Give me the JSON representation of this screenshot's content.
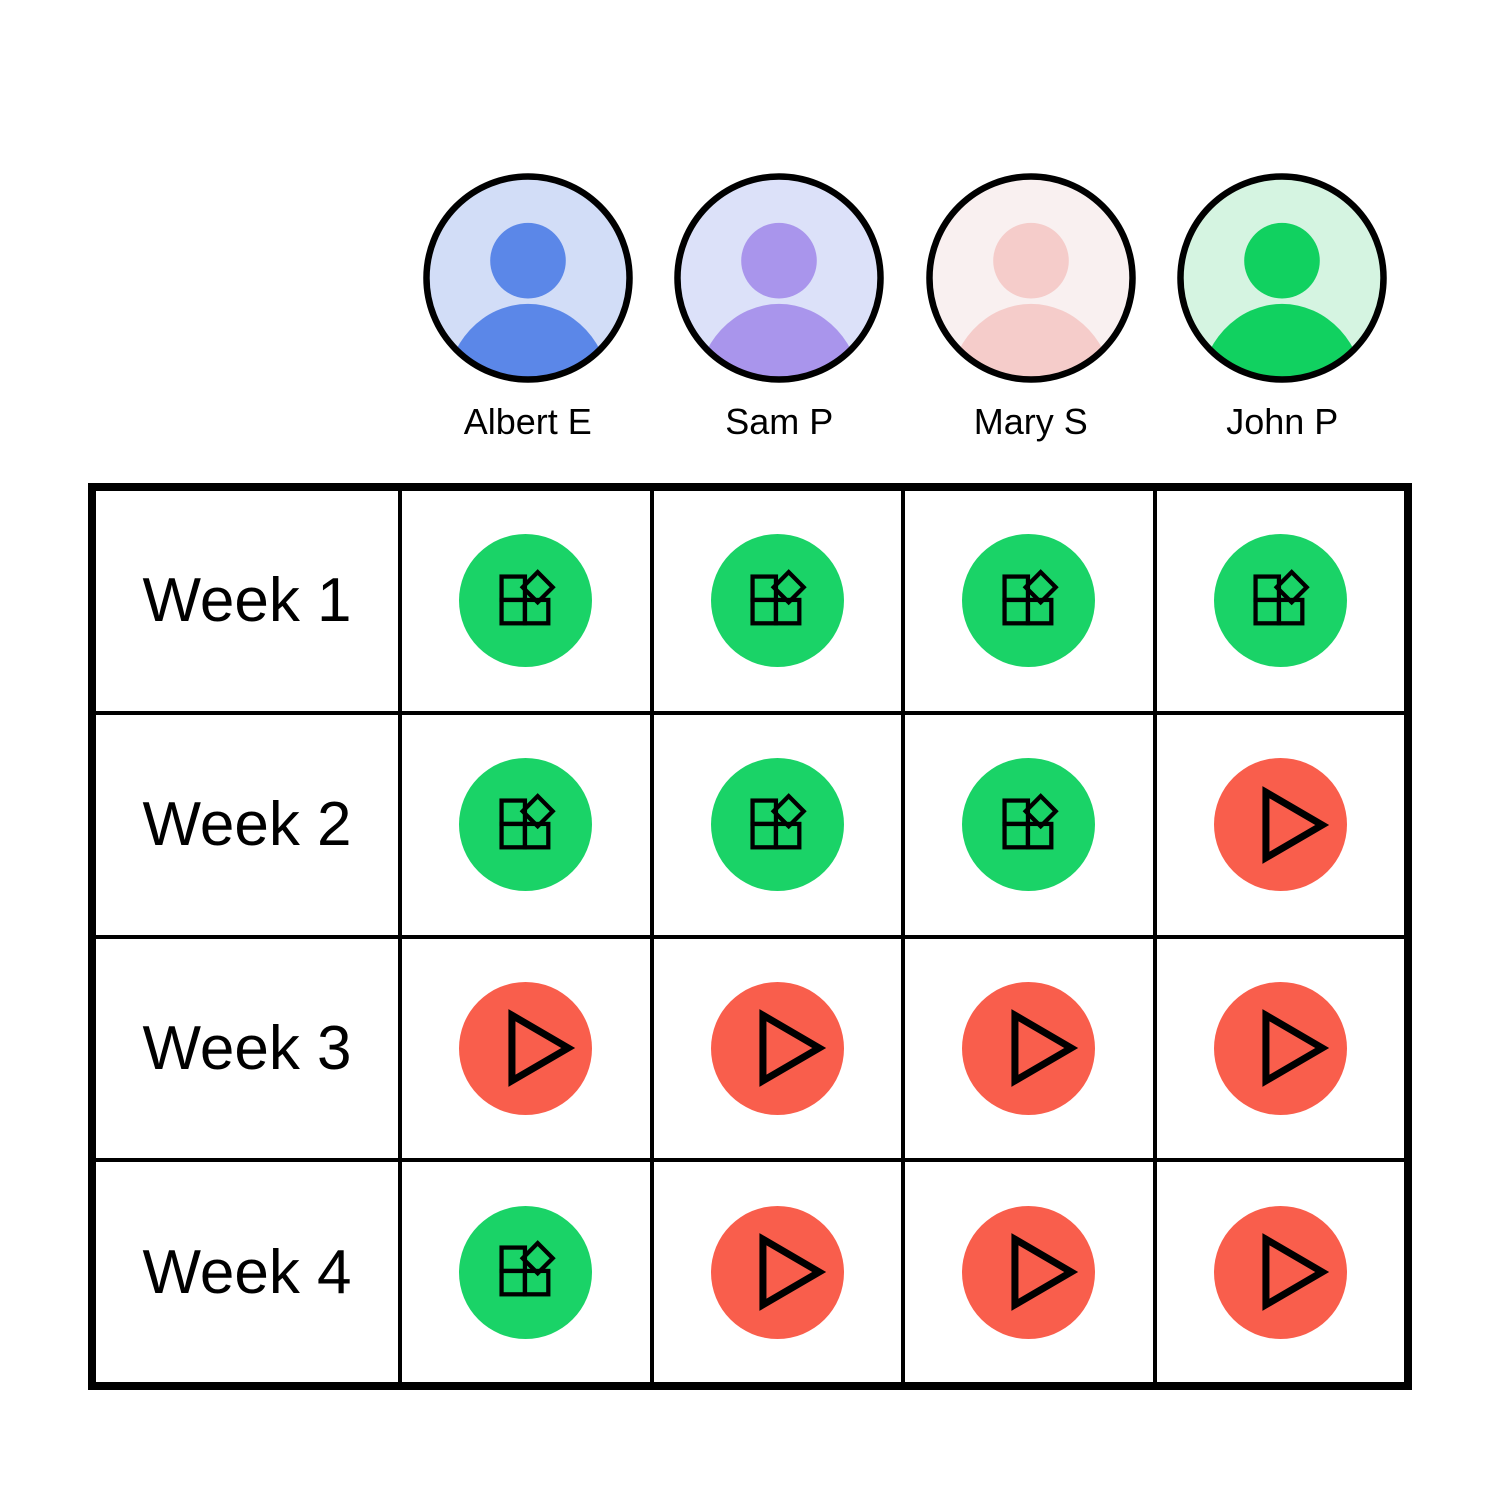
{
  "people": [
    {
      "name": "Albert E",
      "avatar": {
        "bg": "#D2DDF7",
        "fg": "#5B87E8"
      }
    },
    {
      "name": "Sam P",
      "avatar": {
        "bg": "#DCE1F9",
        "fg": "#A995EC"
      }
    },
    {
      "name": "Mary S",
      "avatar": {
        "bg": "#F9F0F0",
        "fg": "#F5CCCA"
      }
    },
    {
      "name": "John P",
      "avatar": {
        "bg": "#D5F4E1",
        "fg": "#11D160"
      }
    }
  ],
  "weeks": [
    {
      "label": "Week 1",
      "statuses": [
        "blocks",
        "blocks",
        "blocks",
        "blocks"
      ]
    },
    {
      "label": "Week 2",
      "statuses": [
        "blocks",
        "blocks",
        "blocks",
        "play"
      ]
    },
    {
      "label": "Week 3",
      "statuses": [
        "play",
        "play",
        "play",
        "play"
      ]
    },
    {
      "label": "Week 4",
      "statuses": [
        "blocks",
        "play",
        "play",
        "play"
      ]
    }
  ],
  "status_colors": {
    "blocks": "#1AD367",
    "play": "#F95E4C"
  },
  "icons": {
    "blocks": "blocks-icon",
    "play": "play-icon"
  },
  "stroke_color": "#000000"
}
